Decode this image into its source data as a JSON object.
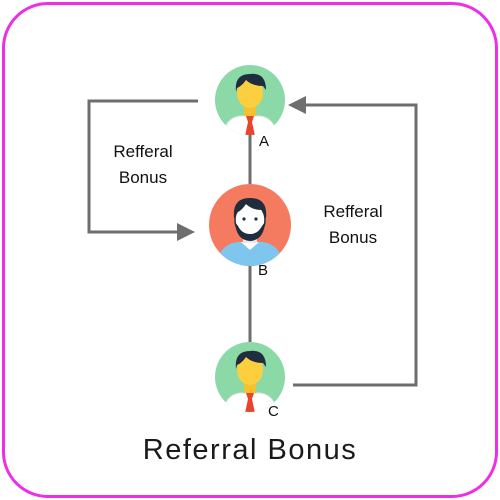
{
  "nodes": {
    "a": {
      "label": "A"
    },
    "b": {
      "label": "B"
    },
    "c": {
      "label": "C"
    }
  },
  "edges": {
    "a_to_b": {
      "line1": "Refferal",
      "line2": "Bonus"
    },
    "c_to_a": {
      "line1": "Refferal",
      "line2": "Bonus"
    }
  },
  "caption": "Referral Bonus",
  "colors": {
    "border": "#ee2ee6",
    "arrow": "#6e6e6e",
    "avatar_a_bg": "#8ad9a6",
    "avatar_b_bg": "#f47a60",
    "avatar_c_bg": "#8ad9a6"
  }
}
